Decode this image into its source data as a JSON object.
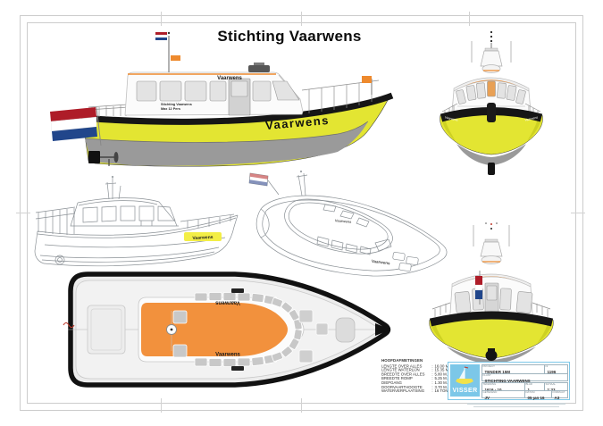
{
  "page": {
    "title": "Stichting Vaarwens"
  },
  "colors": {
    "hull_yellow": "#e3e532",
    "hull_shade": "#cdd122",
    "band_black": "#161616",
    "bottom_gray": "#9a9a9a",
    "accent_orange": "#ee8a2e",
    "roof_orange": "#f2913d",
    "flag_red": "#ae1c28",
    "flag_blue": "#21468b",
    "logo_blue": "#7cc7e8",
    "wire_gray": "#8b9196"
  },
  "labels": {
    "hull_name": "Vaarwens",
    "cabin_name": "Vaarwens",
    "capacity_line1": "Stichting Vaarwens",
    "capacity_line2": "Max 12 Pers",
    "bow_port_name": "Vaarwens",
    "bow_starboard_name": "Vaarwens",
    "wire_side_name": "Vaarwens",
    "wire_aerial_cabin_name": "Vaarwens",
    "wire_aerial_hull_name": "Vaarwens",
    "plan_top_name": "Vaarwens",
    "plan_bottom_name": "Vaarwens"
  },
  "specs": {
    "heading": "HOOFDAFMETINGEN",
    "separator": ":",
    "rows": [
      {
        "label": "LENGTE OVER ALLES",
        "value": "16.00 M."
      },
      {
        "label": "LENGTE WATERLIJN",
        "value": "15.35 M."
      },
      {
        "label": "BREEDTE OVER ALLES",
        "value": "5.80 M."
      },
      {
        "label": "BREEDTE ROMP",
        "value": "5.25 M."
      },
      {
        "label": "DIEPGANG",
        "value": "1.30 M."
      },
      {
        "label": "DOORVAARTHOOGTE",
        "value": "3.70 M."
      },
      {
        "label": "WATERVERPLAATSING",
        "value": "16 TON"
      }
    ]
  },
  "title_block": {
    "logo_text": "VISSER",
    "project_label": "PROJECT",
    "project_value": "TENDER 15M",
    "nr_label": "Nr",
    "nr_value": "1196",
    "klant_label": "KLANT",
    "klant_value": "STICHTING VAARWENS",
    "tekening_label": "TEKENING",
    "tekening_value": "1616 - 10",
    "blad_label": "BLAD",
    "blad_value": "1",
    "schaal_label": "SCHAAL",
    "schaal_value": "1:33",
    "getekend_label": "GETEKEND",
    "getekend_value": "JV",
    "datum_label": "DATUM",
    "datum_value": "05 jan 16",
    "formaat_label": "FORMAAT",
    "formaat_value": "A3"
  }
}
